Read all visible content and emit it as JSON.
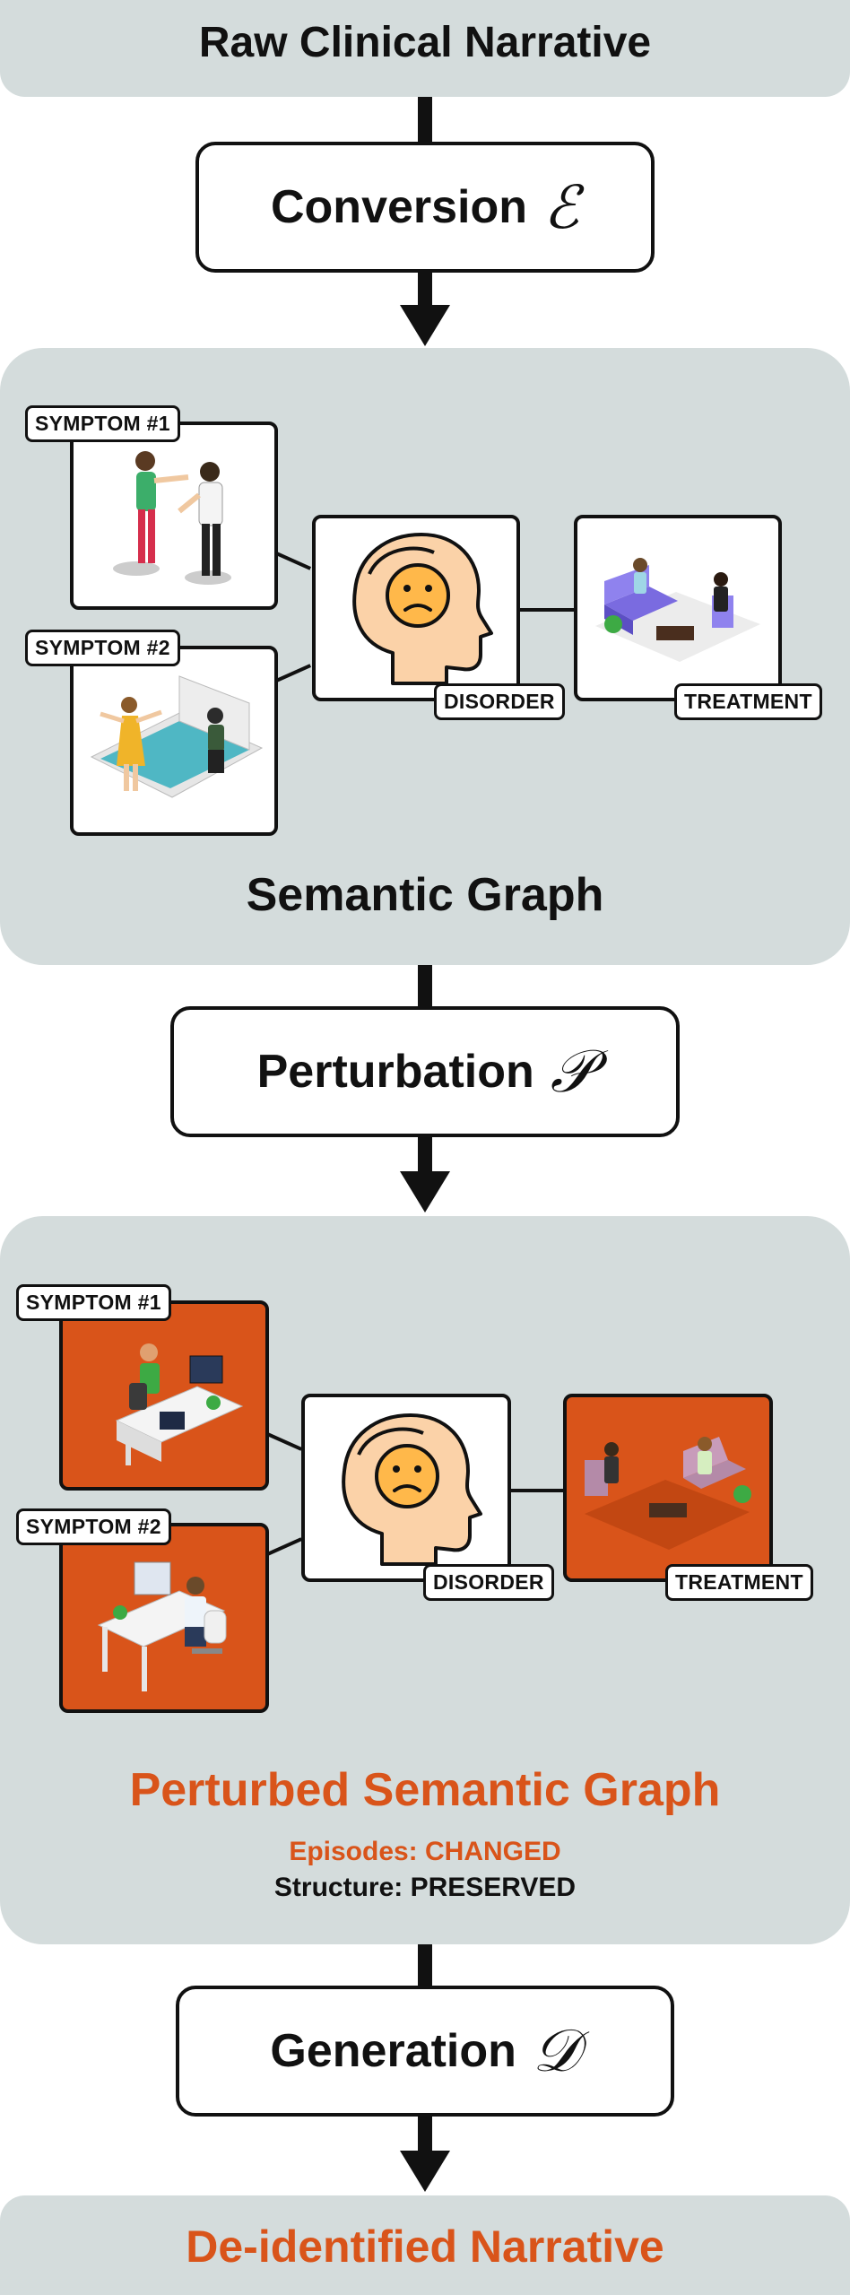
{
  "top_title": "Raw Clinical Narrative",
  "steps": {
    "conversion": {
      "label": "Conversion",
      "symbol": "ℰ"
    },
    "perturbation": {
      "label": "Perturbation",
      "symbol": "𝒫"
    },
    "generation": {
      "label": "Generation",
      "symbol": "𝒟"
    }
  },
  "graph": {
    "symptom1": "SYMPTOM #1",
    "symptom2": "SYMPTOM #2",
    "disorder": "DISORDER",
    "treatment": "TREATMENT",
    "caption": "Semantic Graph"
  },
  "perturbed": {
    "symptom1": "SYMPTOM #1",
    "symptom2": "SYMPTOM #2",
    "disorder": "DISORDER",
    "treatment": "TREATMENT",
    "caption": "Perturbed Semantic Graph",
    "episodes": "Episodes: CHANGED",
    "structure": "Structure: PRESERVED"
  },
  "bottom_title": "De-identified Narrative",
  "colors": {
    "panel": "#d4dcdc",
    "accent": "#d9541a",
    "ink": "#111111"
  }
}
